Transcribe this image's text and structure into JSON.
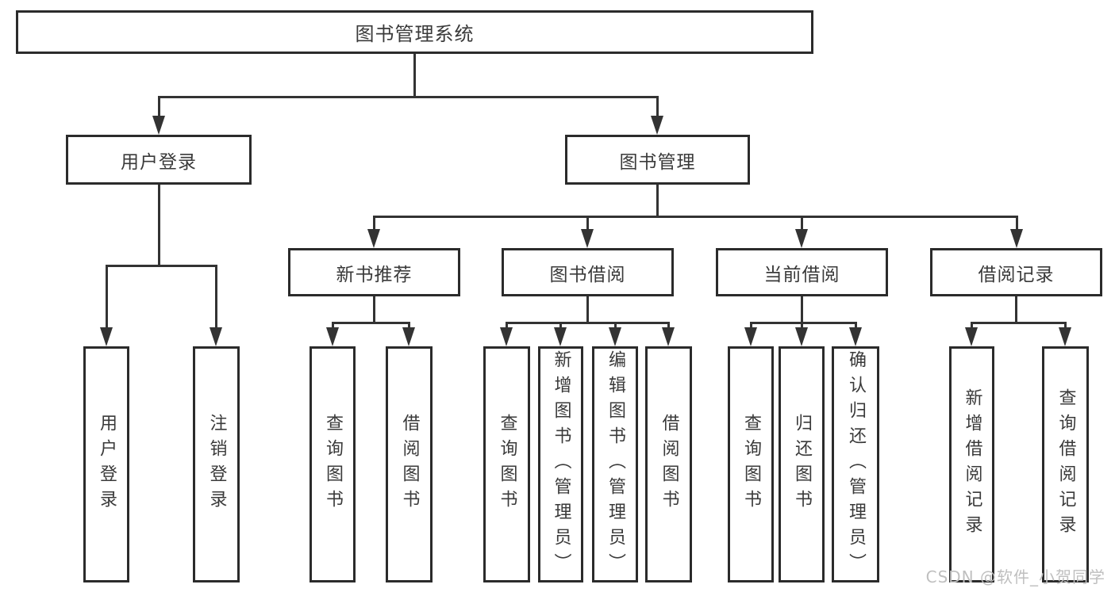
{
  "diagram": {
    "type": "tree",
    "title": "图书管理系统"
  },
  "nodes": {
    "root": {
      "label": "图书管理系统"
    },
    "user_login": {
      "label": "用户登录"
    },
    "book_management": {
      "label": "图书管理"
    },
    "new_book_recommend": {
      "label": "新书推荐"
    },
    "book_borrowing": {
      "label": "图书借阅"
    },
    "current_borrowing": {
      "label": "当前借阅"
    },
    "borrowing_records": {
      "label": "借阅记录"
    },
    "login_leaf": {
      "label": "用户登录"
    },
    "logout_leaf": {
      "label": "注销登录"
    },
    "nb_query_books": {
      "label": "查询图书"
    },
    "nb_borrow_books": {
      "label": "借阅图书"
    },
    "bb_query_books": {
      "label": "查询图书"
    },
    "bb_add_books": {
      "label": "新增图书（管理员）"
    },
    "bb_edit_books": {
      "label": "编辑图书（管理员）"
    },
    "bb_borrow_books": {
      "label": "借阅图书"
    },
    "cb_query_books": {
      "label": "查询图书"
    },
    "cb_return_books": {
      "label": "归还图书"
    },
    "cb_confirm_return": {
      "label": "确认归还（管理员）"
    },
    "br_add_record": {
      "label": "新增借阅记录"
    },
    "br_query_record": {
      "label": "查询借阅记录"
    }
  },
  "watermark": {
    "text": "CSDN @软件_小贺同学"
  },
  "colors": {
    "line": "#333333",
    "box_border": "#2b2b2b",
    "text": "#3a3a3a",
    "watermark": "#bfbfbf",
    "background": "#ffffff"
  }
}
